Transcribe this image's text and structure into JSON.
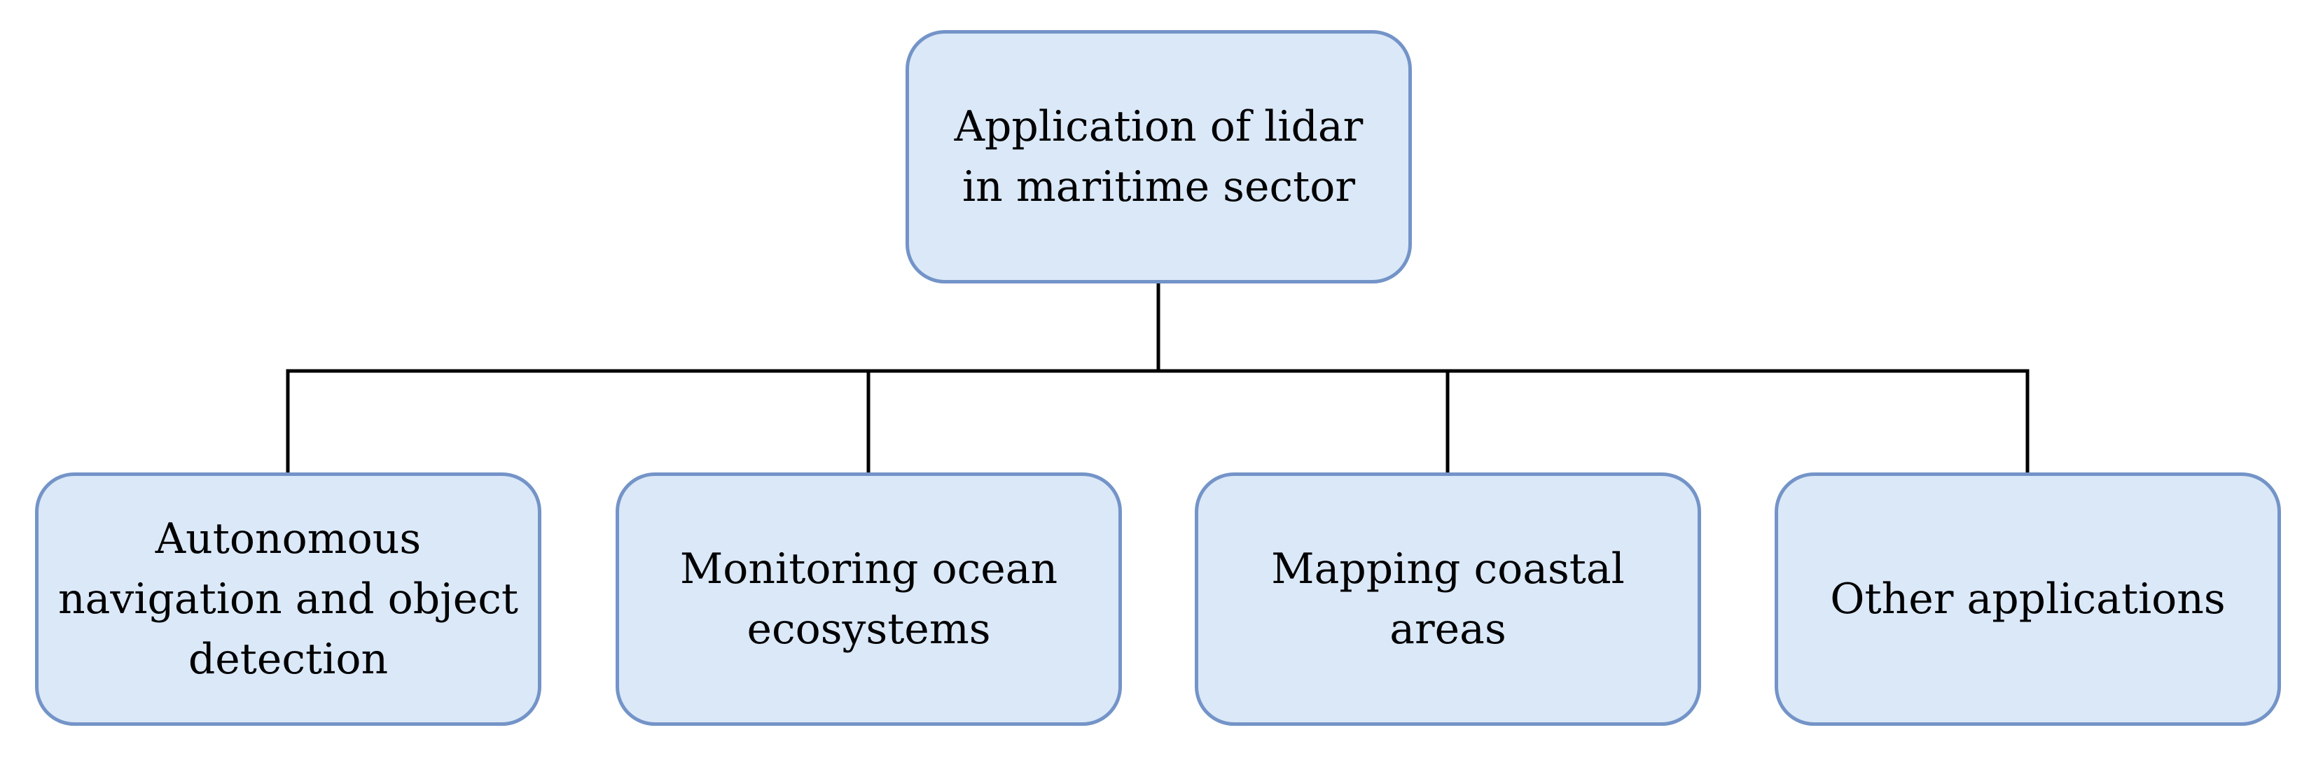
{
  "diagram": {
    "root": {
      "lines": [
        "Application of lidar",
        "in maritime sector"
      ]
    },
    "children": [
      {
        "lines": [
          "Autonomous",
          "navigation and object",
          "detection"
        ]
      },
      {
        "lines": [
          "Monitoring ocean",
          "ecosystems"
        ]
      },
      {
        "lines": [
          "Mapping coastal",
          "areas"
        ]
      },
      {
        "lines": [
          "Other applications"
        ]
      }
    ]
  },
  "colors": {
    "node_fill": "#dae8f8",
    "node_border": "#7494c8",
    "connector": "#000000",
    "text": "#000000"
  }
}
